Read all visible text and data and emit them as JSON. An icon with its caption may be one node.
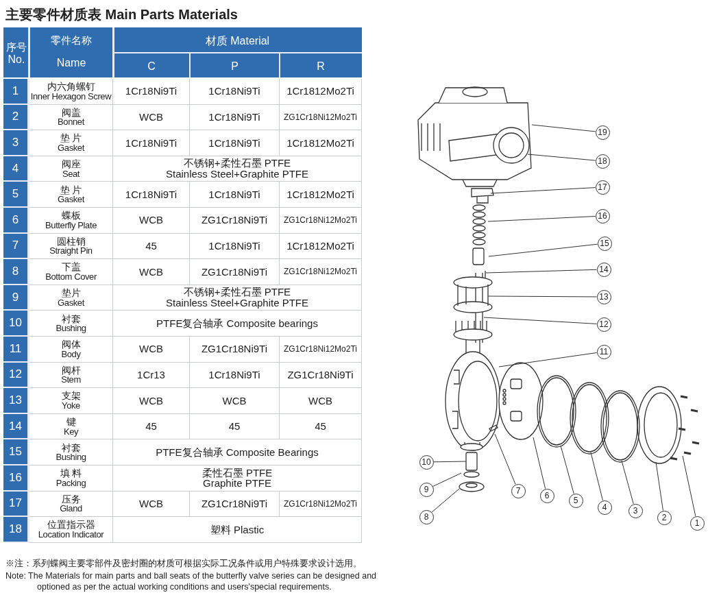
{
  "diagram": {
    "title": "主要零件材质表 Main Parts Materials",
    "nodes": [
      {
        "text": [
          "1"
        ]
      },
      {
        "text": [
          "2"
        ]
      },
      {
        "text": [
          "3"
        ]
      },
      {
        "text": [
          "4"
        ]
      },
      {
        "text": [
          "5"
        ]
      },
      {
        "text": [
          "6"
        ]
      },
      {
        "text": [
          "7"
        ]
      },
      {
        "text": [
          "8"
        ]
      },
      {
        "text": [
          "9"
        ]
      },
      {
        "text": [
          "10"
        ]
      },
      {
        "text": [
          "11"
        ]
      },
      {
        "text": [
          "12"
        ]
      },
      {
        "text": [
          "13"
        ]
      },
      {
        "text": [
          "14"
        ]
      },
      {
        "text": [
          "15"
        ]
      },
      {
        "text": [
          "16"
        ]
      },
      {
        "text": [
          "17"
        ]
      },
      {
        "text": [
          "18"
        ]
      },
      {
        "text": [
          "19"
        ]
      }
    ],
    "edges": [
      {
        "from": 0,
        "to": null,
        "arrow": "none"
      },
      {
        "from": 1,
        "to": null,
        "arrow": "none"
      },
      {
        "from": 2,
        "to": null,
        "arrow": "none"
      },
      {
        "from": 3,
        "to": null,
        "arrow": "none"
      },
      {
        "from": 4,
        "to": null,
        "arrow": "none"
      },
      {
        "from": 5,
        "to": null,
        "arrow": "none"
      },
      {
        "from": 6,
        "to": null,
        "arrow": "none"
      },
      {
        "from": 7,
        "to": null,
        "arrow": "none"
      },
      {
        "from": 8,
        "to": null,
        "arrow": "none"
      },
      {
        "from": 9,
        "to": null,
        "arrow": "none"
      },
      {
        "from": 10,
        "to": null,
        "arrow": "none"
      },
      {
        "from": 11,
        "to": null,
        "arrow": "none"
      },
      {
        "from": 12,
        "to": null,
        "arrow": "none"
      },
      {
        "from": 13,
        "to": null,
        "arrow": "none"
      },
      {
        "from": 14,
        "to": null,
        "arrow": "none"
      },
      {
        "from": 15,
        "to": null,
        "arrow": "none"
      },
      {
        "from": 16,
        "to": null,
        "arrow": "none"
      },
      {
        "from": 17,
        "to": null,
        "arrow": "none"
      },
      {
        "from": 18,
        "to": null,
        "arrow": "none"
      }
    ],
    "labels": [
      "序号",
      "No.",
      "零件名称",
      "Name",
      "材质 Material",
      "C",
      "P",
      "R",
      "1",
      "内六角螺钉",
      "Inner Hexagon Screw",
      "1Cr18Ni9Ti",
      "1Cr18Ni9Ti",
      "1Cr1812Mo2Ti",
      "2",
      "阀盖",
      "Bonnet",
      "WCB",
      "1Cr18Ni9Ti",
      "ZG1Cr18Ni12Mo2Ti",
      "3",
      "垫 片",
      "Gasket",
      "1Cr18Ni9Ti",
      "1Cr18Ni9Ti",
      "1Cr1812Mo2Ti",
      "4",
      "阀座",
      "Seat",
      "不锈钢+柔性石墨 PTFE",
      "Stainless Steel+Graphite PTFE",
      "5",
      "垫 片",
      "Gasket",
      "1Cr18Ni9Ti",
      "1Cr18Ni9Ti",
      "1Cr1812Mo2Ti",
      "6",
      "蝶板",
      "Butterfly Plate",
      "WCB",
      "ZG1Cr18Ni9Ti",
      "ZG1Cr18Ni12Mo2Ti",
      "7",
      "圆柱销",
      "Straight Pin",
      "45",
      "1Cr18Ni9Ti",
      "1Cr1812Mo2Ti",
      "8",
      "下盖",
      "Bottom Cover",
      "WCB",
      "ZG1Cr18Ni9Ti",
      "ZG1Cr18Ni12Mo2Ti",
      "9",
      "垫片",
      "Gasket",
      "不锈钢+柔性石墨 PTFE",
      "Stainless Steel+Graphite PTFE",
      "10",
      "衬套",
      "Bushing",
      "PTFE复合轴承 Composite bearings",
      "11",
      "阀体",
      "Body",
      "WCB",
      "ZG1Cr18Ni9Ti",
      "ZG1Cr18Ni12Mo2Ti",
      "12",
      "阀杆",
      "Stem",
      "1Cr13",
      "1Cr18Ni9Ti",
      "ZG1Cr18Ni9Ti",
      "13",
      "支架",
      "Yoke",
      "WCB",
      "WCB",
      "WCB",
      "14",
      "键",
      "Key",
      "45",
      "45",
      "45",
      "15",
      "衬套",
      "Bushing",
      "PTFE复合轴承 Composite Bearings",
      "16",
      "填 料",
      "Packing",
      "柔性石墨 PTFE",
      "Graphite PTFE",
      "17",
      "压务",
      "Gland",
      "WCB",
      "ZG1Cr18Ni9Ti",
      "ZG1Cr18Ni12Mo2Ti",
      "18",
      "位置指示器",
      "Location Indicator",
      "塑料 Plastic",
      "※注：系列蝶阀主要零部件及密封圈的材质可根据实际工况条件或用户特殊要求设计选用。",
      "Note: The Materials for main parts and ball seats of the butterfly valve series can be designed and optioned as per the actual working conditions and users'special requirements."
    ]
  }
}
